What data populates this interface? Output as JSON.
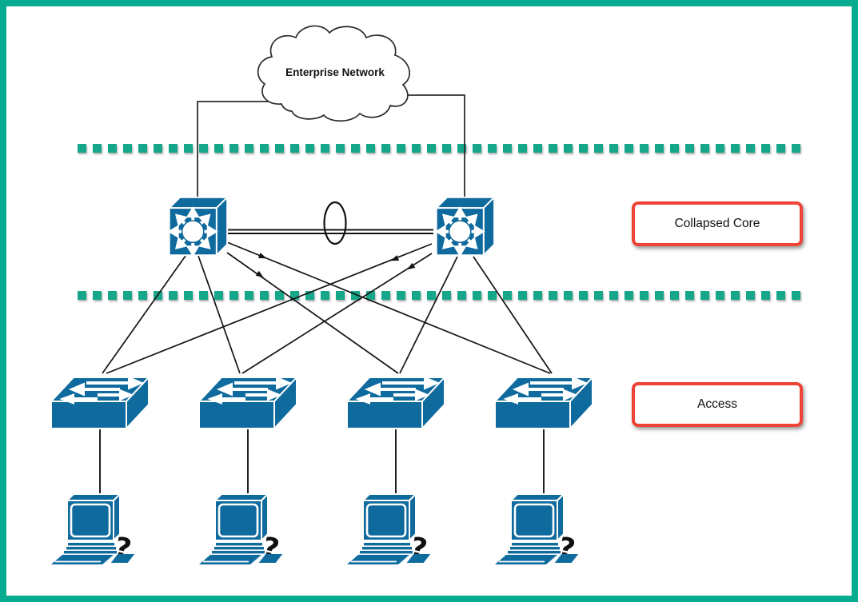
{
  "cloud": {
    "label": "Enterprise Network"
  },
  "zone_labels": {
    "collapsed_core": "Collapsed Core",
    "access": "Access"
  },
  "workstation": {
    "symbol": "?"
  },
  "icons": {
    "cloud": "enterprise-cloud",
    "core_switch": "multilayer-switch-icon",
    "access_switch": "workgroup-switch-icon",
    "workstation": "pc-icon",
    "question_mark": "question-mark-icon",
    "link_group": "etherchannel-ellipse"
  },
  "colors": {
    "frame_teal": "#07AB90",
    "dash_teal": "#16A78B",
    "device_blue": "#0F6A9D",
    "label_border_red": "#EE4437",
    "wire_black": "#141414",
    "cloud_link_gray": "#2E2E2E"
  }
}
